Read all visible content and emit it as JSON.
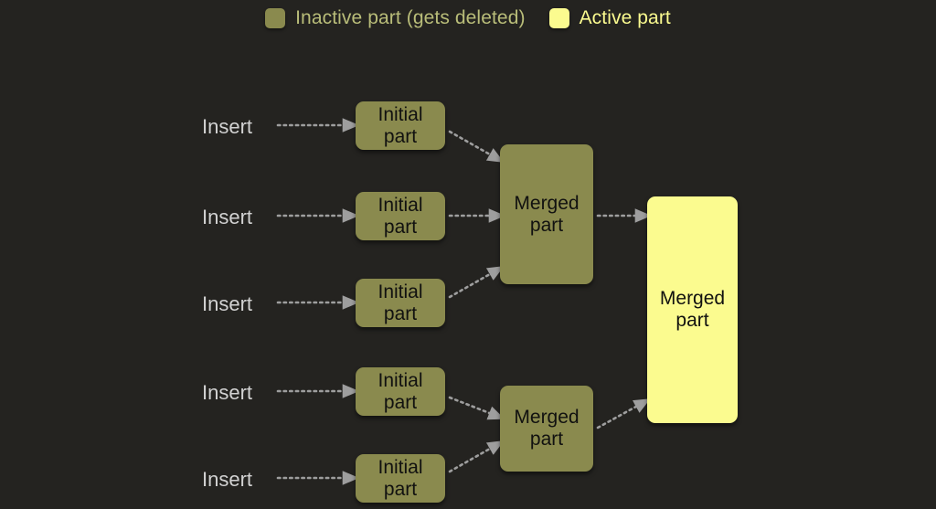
{
  "background_color": "#242320",
  "legend": {
    "items": [
      {
        "label": "Inactive part (gets deleted)",
        "color": "#8a8a4e",
        "text_color": "#b9bd79"
      },
      {
        "label": "Active part",
        "color": "#fbfb8f",
        "text_color": "#fbfb8f"
      }
    ]
  },
  "arrow_color": "#9e9e9e",
  "inserts": [
    {
      "label": "Insert"
    },
    {
      "label": "Insert"
    },
    {
      "label": "Insert"
    },
    {
      "label": "Insert"
    },
    {
      "label": "Insert"
    }
  ],
  "nodes": {
    "initial_parts": [
      {
        "line1": "Initial",
        "line2": "part",
        "state": "inactive"
      },
      {
        "line1": "Initial",
        "line2": "part",
        "state": "inactive"
      },
      {
        "line1": "Initial",
        "line2": "part",
        "state": "inactive"
      },
      {
        "line1": "Initial",
        "line2": "part",
        "state": "inactive"
      },
      {
        "line1": "Initial",
        "line2": "part",
        "state": "inactive"
      }
    ],
    "merged_parts": [
      {
        "line1": "Merged",
        "line2": "part",
        "state": "inactive"
      },
      {
        "line1": "Merged",
        "line2": "part",
        "state": "inactive"
      }
    ],
    "final_part": {
      "line1": "Merged",
      "line2": "part",
      "state": "active"
    }
  }
}
